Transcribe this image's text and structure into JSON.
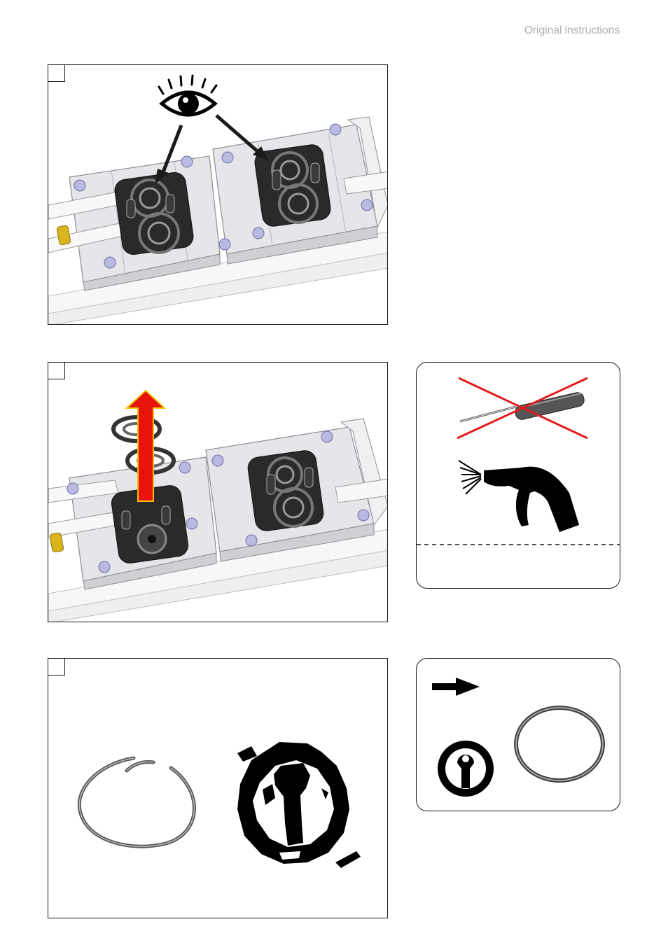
{
  "header": {
    "note": "Original instructions"
  },
  "steps": [
    {
      "number": "",
      "illustration": "inspect-seals-eye-icon"
    },
    {
      "number": "",
      "illustration": "remove-seals-arrow-up"
    },
    {
      "number": "",
      "illustration": "damaged-seal-and-valve"
    }
  ],
  "tips": {
    "cleaning": {
      "forbidden_tool": "screwdriver-icon",
      "allowed_tool": "air-gun-icon"
    },
    "replace": {
      "arrow": "arrow-right-icon",
      "part_a": "valve-symbol-icon",
      "part_b": "o-ring-icon"
    }
  },
  "colors": {
    "frame": "#1a1a1a",
    "forbidden_cross": "#e21b1b",
    "lift_arrow": "#e8140c",
    "lift_arrow_edge": "#f2c200",
    "manifold": "#e3e3e6",
    "seal_plate": "#2a2a2a",
    "fitting": "#d9b41c",
    "screw_head": "#9a9ad2"
  }
}
